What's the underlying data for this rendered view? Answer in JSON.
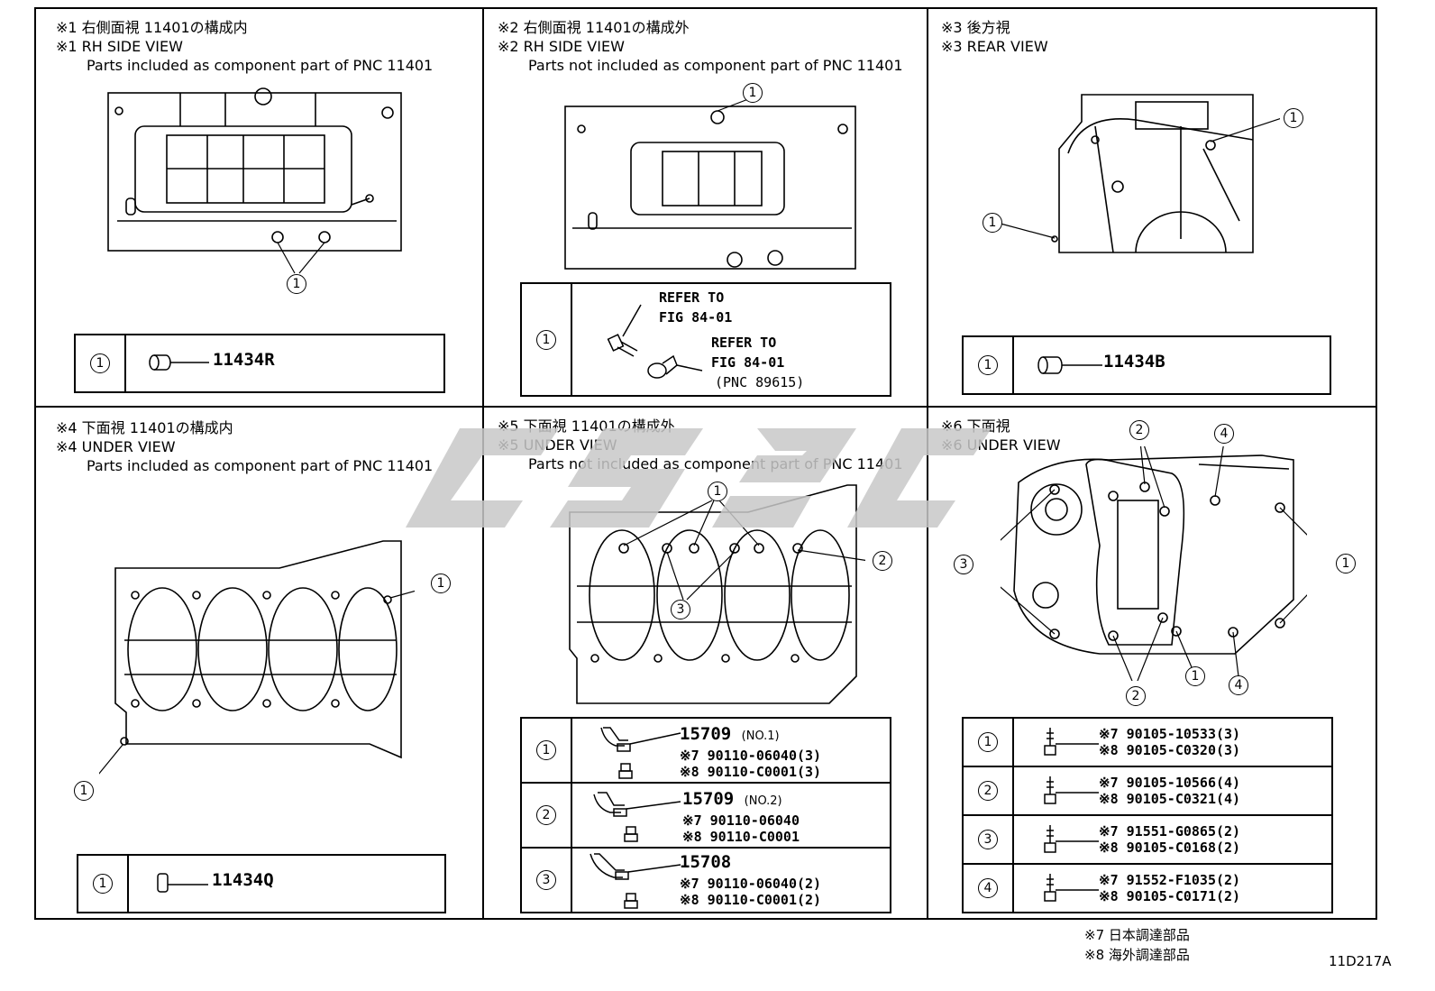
{
  "panels": [
    {
      "id": 1,
      "line1": "※1 右側面視 11401の構成内",
      "line2": "※1 RH SIDE VIEW",
      "line3": "Parts included as component part of PNC 11401",
      "rows": [
        {
          "num": "1",
          "part": "11434R"
        }
      ]
    },
    {
      "id": 2,
      "line1": "※2 右側面視 11401の構成外",
      "line2": "※2 RH SIDE VIEW",
      "line3": "Parts not included as component part of PNC 11401",
      "rows": [
        {
          "num": "1",
          "ref1a": "REFER TO",
          "ref1b": "FIG 84-01",
          "ref2a": "REFER TO",
          "ref2b": "FIG 84-01",
          "ref2c": "(PNC 89615)"
        }
      ]
    },
    {
      "id": 3,
      "line1": "※3 後方視",
      "line2": "※3 REAR VIEW",
      "rows": [
        {
          "num": "1",
          "part": "11434B"
        }
      ]
    },
    {
      "id": 4,
      "line1": "※4 下面視 11401の構成内",
      "line2": "※4 UNDER VIEW",
      "line3": "Parts included as component part of PNC 11401",
      "rows": [
        {
          "num": "1",
          "part": "11434Q"
        }
      ]
    },
    {
      "id": 5,
      "line1": "※5 下面視 11401の構成外",
      "line2": "※5 UNDER VIEW",
      "line3": "Parts not included as component part of PNC 11401",
      "rows": [
        {
          "num": "1",
          "part": "15709",
          "note": "(NO.1)",
          "a": "※7 90110-06040(3)",
          "b": "※8 90110-C0001(3)"
        },
        {
          "num": "2",
          "part": "15709",
          "note": "(NO.2)",
          "a": "※7 90110-06040",
          "b": "※8 90110-C0001"
        },
        {
          "num": "3",
          "part": "15708",
          "note": "",
          "a": "※7 90110-06040(2)",
          "b": "※8 90110-C0001(2)"
        }
      ]
    },
    {
      "id": 6,
      "line1": "※6 下面視",
      "line2": "※6 UNDER VIEW",
      "rows": [
        {
          "num": "1",
          "a": "※7 90105-10533(3)",
          "b": "※8 90105-C0320(3)"
        },
        {
          "num": "2",
          "a": "※7 90105-10566(4)",
          "b": "※8 90105-C0321(4)"
        },
        {
          "num": "3",
          "a": "※7 91551-G0865(2)",
          "b": "※8 90105-C0168(2)"
        },
        {
          "num": "4",
          "a": "※7 91552-F1035(2)",
          "b": "※8 90105-C0171(2)"
        }
      ]
    }
  ],
  "callouts": {
    "one": "1",
    "two": "2",
    "three": "3",
    "four": "4"
  },
  "footnotes": {
    "n7": "※7 日本調達部品",
    "n8": "※8 海外調達部品"
  },
  "figure_code": "11D217A",
  "colors": {
    "line": "#000000",
    "watermark": "#c8c8c8"
  }
}
